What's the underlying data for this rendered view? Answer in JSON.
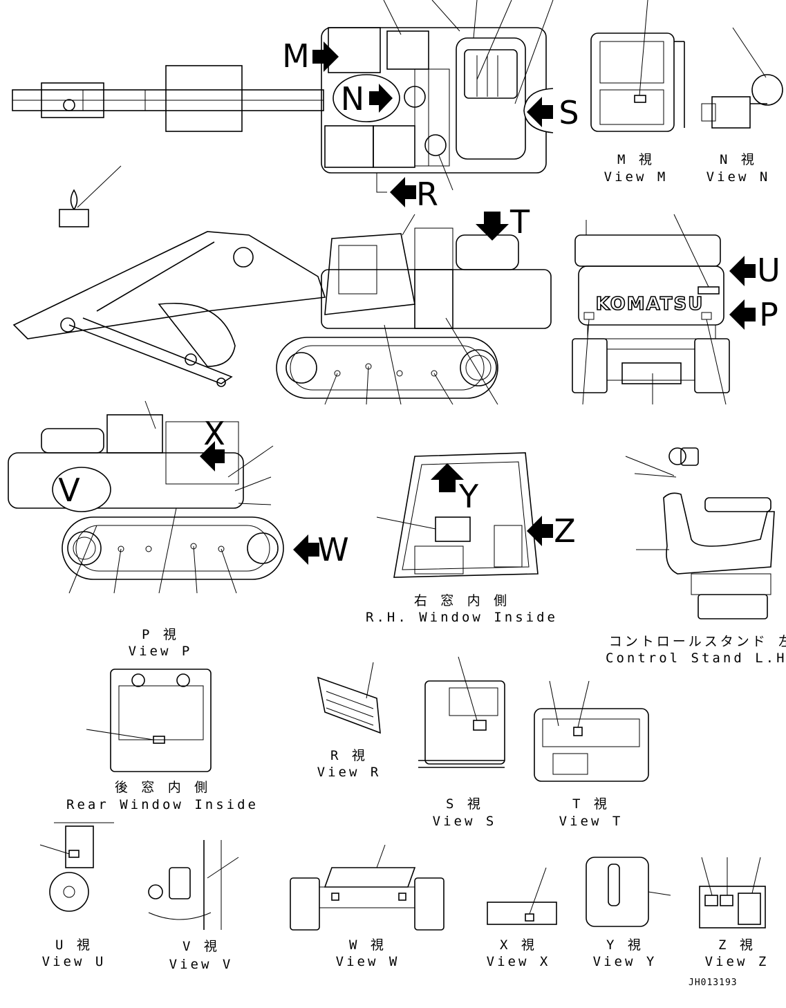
{
  "letters": {
    "M": "M",
    "N": "N",
    "S": "S",
    "R": "R",
    "T": "T",
    "U": "U",
    "P": "P",
    "X": "X",
    "V": "V",
    "Y": "Y",
    "Z": "Z",
    "W": "W"
  },
  "views": {
    "M": {
      "jp": "M 視",
      "en": "View M"
    },
    "N": {
      "jp": "N 視",
      "en": "View N"
    },
    "rh_window": {
      "jp": "右 窓 内 側",
      "en": "R.H. Window Inside"
    },
    "control_stand": {
      "jp": "コントロールスタンド 左",
      "en": "Control Stand L.H."
    },
    "P": {
      "jp": "P 視",
      "en": "View P"
    },
    "R": {
      "jp": "R 視",
      "en": "View R"
    },
    "S": {
      "jp": "S 視",
      "en": "View S"
    },
    "T": {
      "jp": "T 視",
      "en": "View T"
    },
    "rear_window": {
      "jp": "後 窓 内 側",
      "en": "Rear Window Inside"
    },
    "U": {
      "jp": "U 視",
      "en": "View U"
    },
    "V": {
      "jp": "V 視",
      "en": "View V"
    },
    "W": {
      "jp": "W 視",
      "en": "View W"
    },
    "X": {
      "jp": "X 視",
      "en": "View X"
    },
    "Y": {
      "jp": "Y 視",
      "en": "View Y"
    },
    "Z": {
      "jp": "Z 視",
      "en": "View Z"
    }
  },
  "brand": "KOMATSU",
  "drawing_code": "JH013193",
  "colors": {
    "ink": "#000000",
    "paper": "#ffffff"
  }
}
